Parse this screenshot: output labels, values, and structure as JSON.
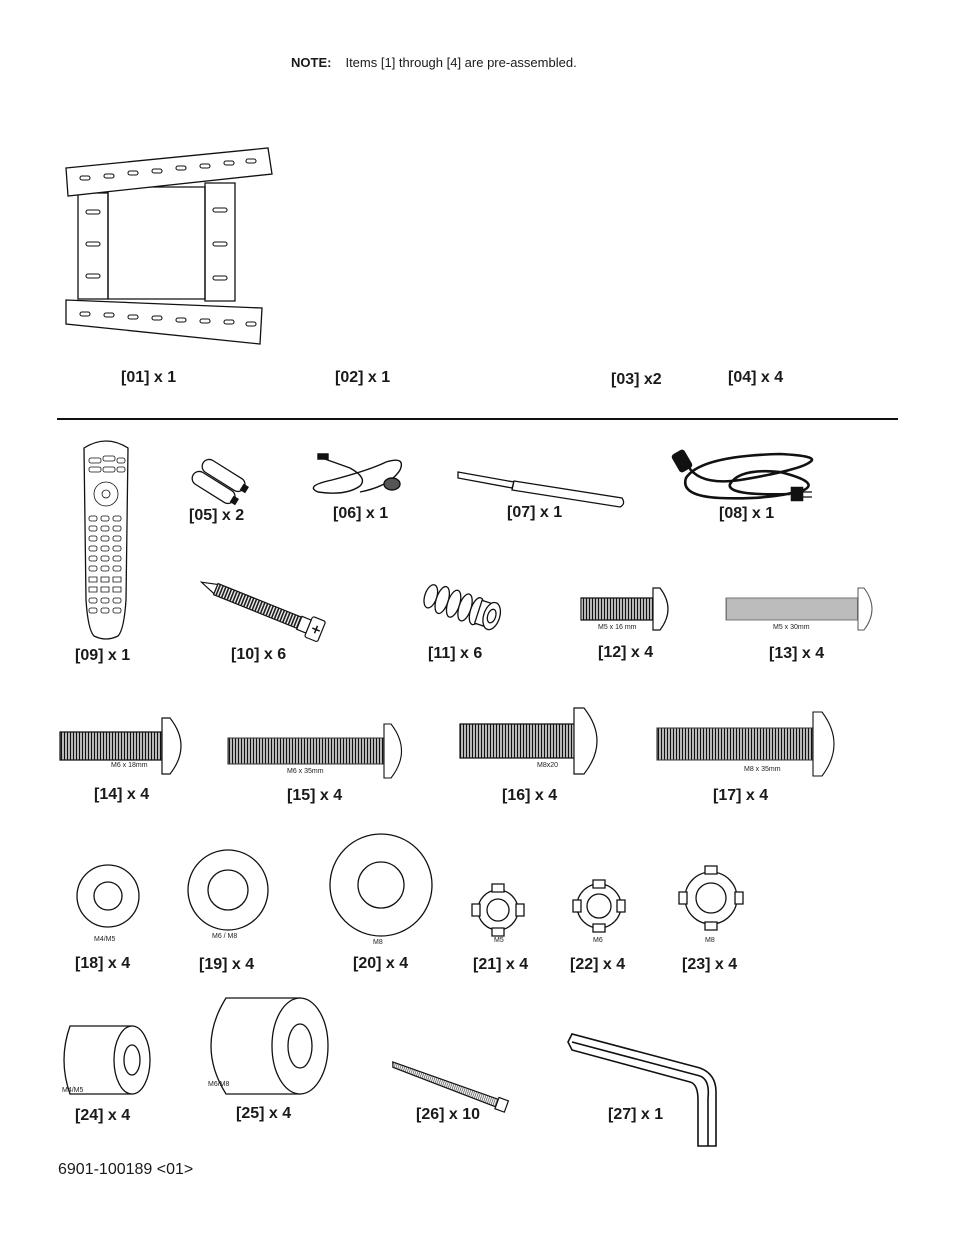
{
  "note": {
    "label": "NOTE:",
    "text": "Items [1] through [4] are pre-assembled."
  },
  "parts": {
    "p01": "[01] x 1",
    "p02": "[02] x 1",
    "p03": "[03] x2",
    "p04": "[04] x 4",
    "p05": "[05] x 2",
    "p06": "[06] x 1",
    "p07": "[07] x 1",
    "p08": "[08] x 1",
    "p09": "[09] x 1",
    "p10": "[10] x 6",
    "p11": "[11] x 6",
    "p12": "[12] x 4",
    "p13": "[13] x 4",
    "p14": "[14] x 4",
    "p15": "[15] x 4",
    "p16": "[16] x 4",
    "p17": "[17] x 4",
    "p18": "[18] x 4",
    "p19": "[19] x 4",
    "p20": "[20] x 4",
    "p21": "[21] x 4",
    "p22": "[22] x 4",
    "p23": "[23] x 4",
    "p24": "[24] x 4",
    "p25": "[25] x 4",
    "p26": "[26] x 10",
    "p27": "[27] x 1"
  },
  "sizes": {
    "s12": "M5 x 16 mm",
    "s13": "M5 x 30mm",
    "s14": "M6 x 18mm",
    "s15": "M6 x 35mm",
    "s16": "M8x20",
    "s17": "M8 x 35mm",
    "s18": "M4/M5",
    "s19": "M6 / M8",
    "s20": "M8",
    "s21": "M5",
    "s22": "M6",
    "s23": "M8",
    "s24": "M4/M5",
    "s25": "M6/M8"
  },
  "footer": {
    "doc_number": "6901-100189 <01>"
  }
}
